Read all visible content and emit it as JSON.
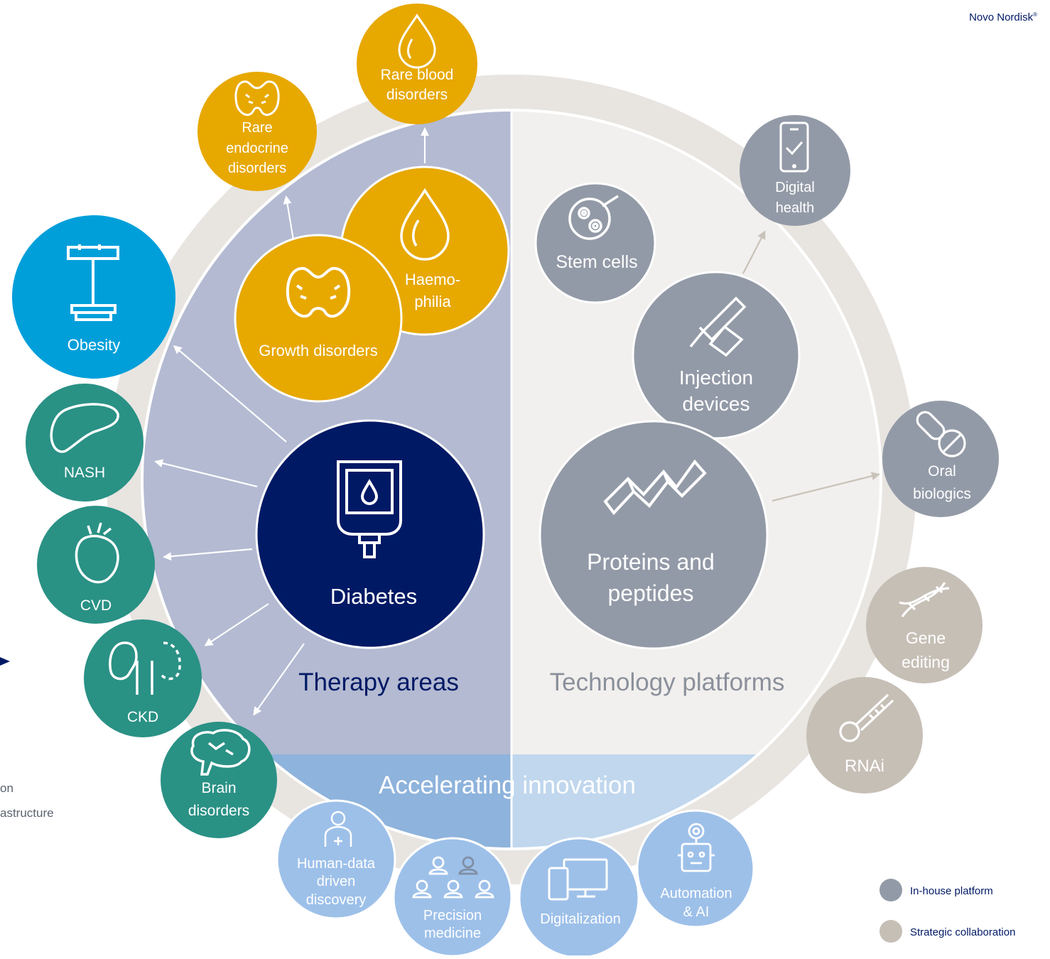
{
  "brand": {
    "name": "Novo Nordisk",
    "mark": "®"
  },
  "colors": {
    "diabetes": "#001965",
    "gold": "#e7a800",
    "obesity": "#009fda",
    "teal": "#2a9185",
    "inhouse": "#939aa7",
    "strategic": "#c6bfb6",
    "innovation": "#9dc0e9",
    "therapy_panel": "#b3bad2",
    "tech_panel": "#f2f0ee",
    "ring": "#e8e5e1"
  },
  "center": {
    "left_title": "Therapy areas",
    "right_title": "Technology platforms",
    "band_title": "Accelerating innovation"
  },
  "therapy": {
    "diabetes": {
      "label": "Diabetes",
      "icon": "glucose-meter-icon"
    },
    "growth": {
      "label": "Growth disorders",
      "icon": "thyroid-icon"
    },
    "haemophilia": {
      "line1": "Haemo-",
      "line2": "philia",
      "icon": "drop-icon"
    },
    "rare_endocrine": {
      "line1": "Rare",
      "line2": "endocrine",
      "line3": "disorders",
      "icon": "thyroid-icon"
    },
    "rare_blood": {
      "line1": "Rare blood",
      "line2": "disorders",
      "icon": "drop-icon"
    },
    "obesity": {
      "label": "Obesity",
      "icon": "scale-icon"
    },
    "nash": {
      "label": "NASH",
      "icon": "liver-icon"
    },
    "cvd": {
      "label": "CVD",
      "icon": "heart-icon"
    },
    "ckd": {
      "label": "CKD",
      "icon": "kidney-icon"
    },
    "brain": {
      "line1": "Brain",
      "line2": "disorders",
      "icon": "brain-icon"
    }
  },
  "platforms": {
    "stem_cells": {
      "label": "Stem cells",
      "icon": "petri-dish-icon"
    },
    "injection": {
      "line1": "Injection",
      "line2": "devices",
      "icon": "pen-injector-icon"
    },
    "proteins": {
      "line1": "Proteins and",
      "line2": "peptides",
      "icon": "peptide-ribbon-icon"
    },
    "digital_health": {
      "line1": "Digital",
      "line2": "health",
      "icon": "smartphone-icon"
    },
    "oral": {
      "line1": "Oral",
      "line2": "biologics",
      "icon": "pills-icon"
    },
    "gene": {
      "line1": "Gene",
      "line2": "editing",
      "icon": "dna-icon"
    },
    "rnai": {
      "label": "RNAi",
      "icon": "thermometer-icon"
    }
  },
  "innovation": {
    "human_data": {
      "line1": "Human-data",
      "line2": "driven",
      "line3": "discovery",
      "icon": "person-icon"
    },
    "precision": {
      "line1": "Precision",
      "line2": "medicine",
      "icon": "people-group-icon"
    },
    "digitalization": {
      "label": "Digitalization",
      "icon": "devices-icon"
    },
    "automation": {
      "line1": "Automation",
      "line2": "& AI",
      "icon": "robot-icon"
    }
  },
  "legend": [
    {
      "label": "In-house platform",
      "color": "#939aa7"
    },
    {
      "label": "Strategic collaboration",
      "color": "#c6bfb6"
    }
  ],
  "side_fragments": {
    "line1": "on",
    "line2": "astructure"
  }
}
